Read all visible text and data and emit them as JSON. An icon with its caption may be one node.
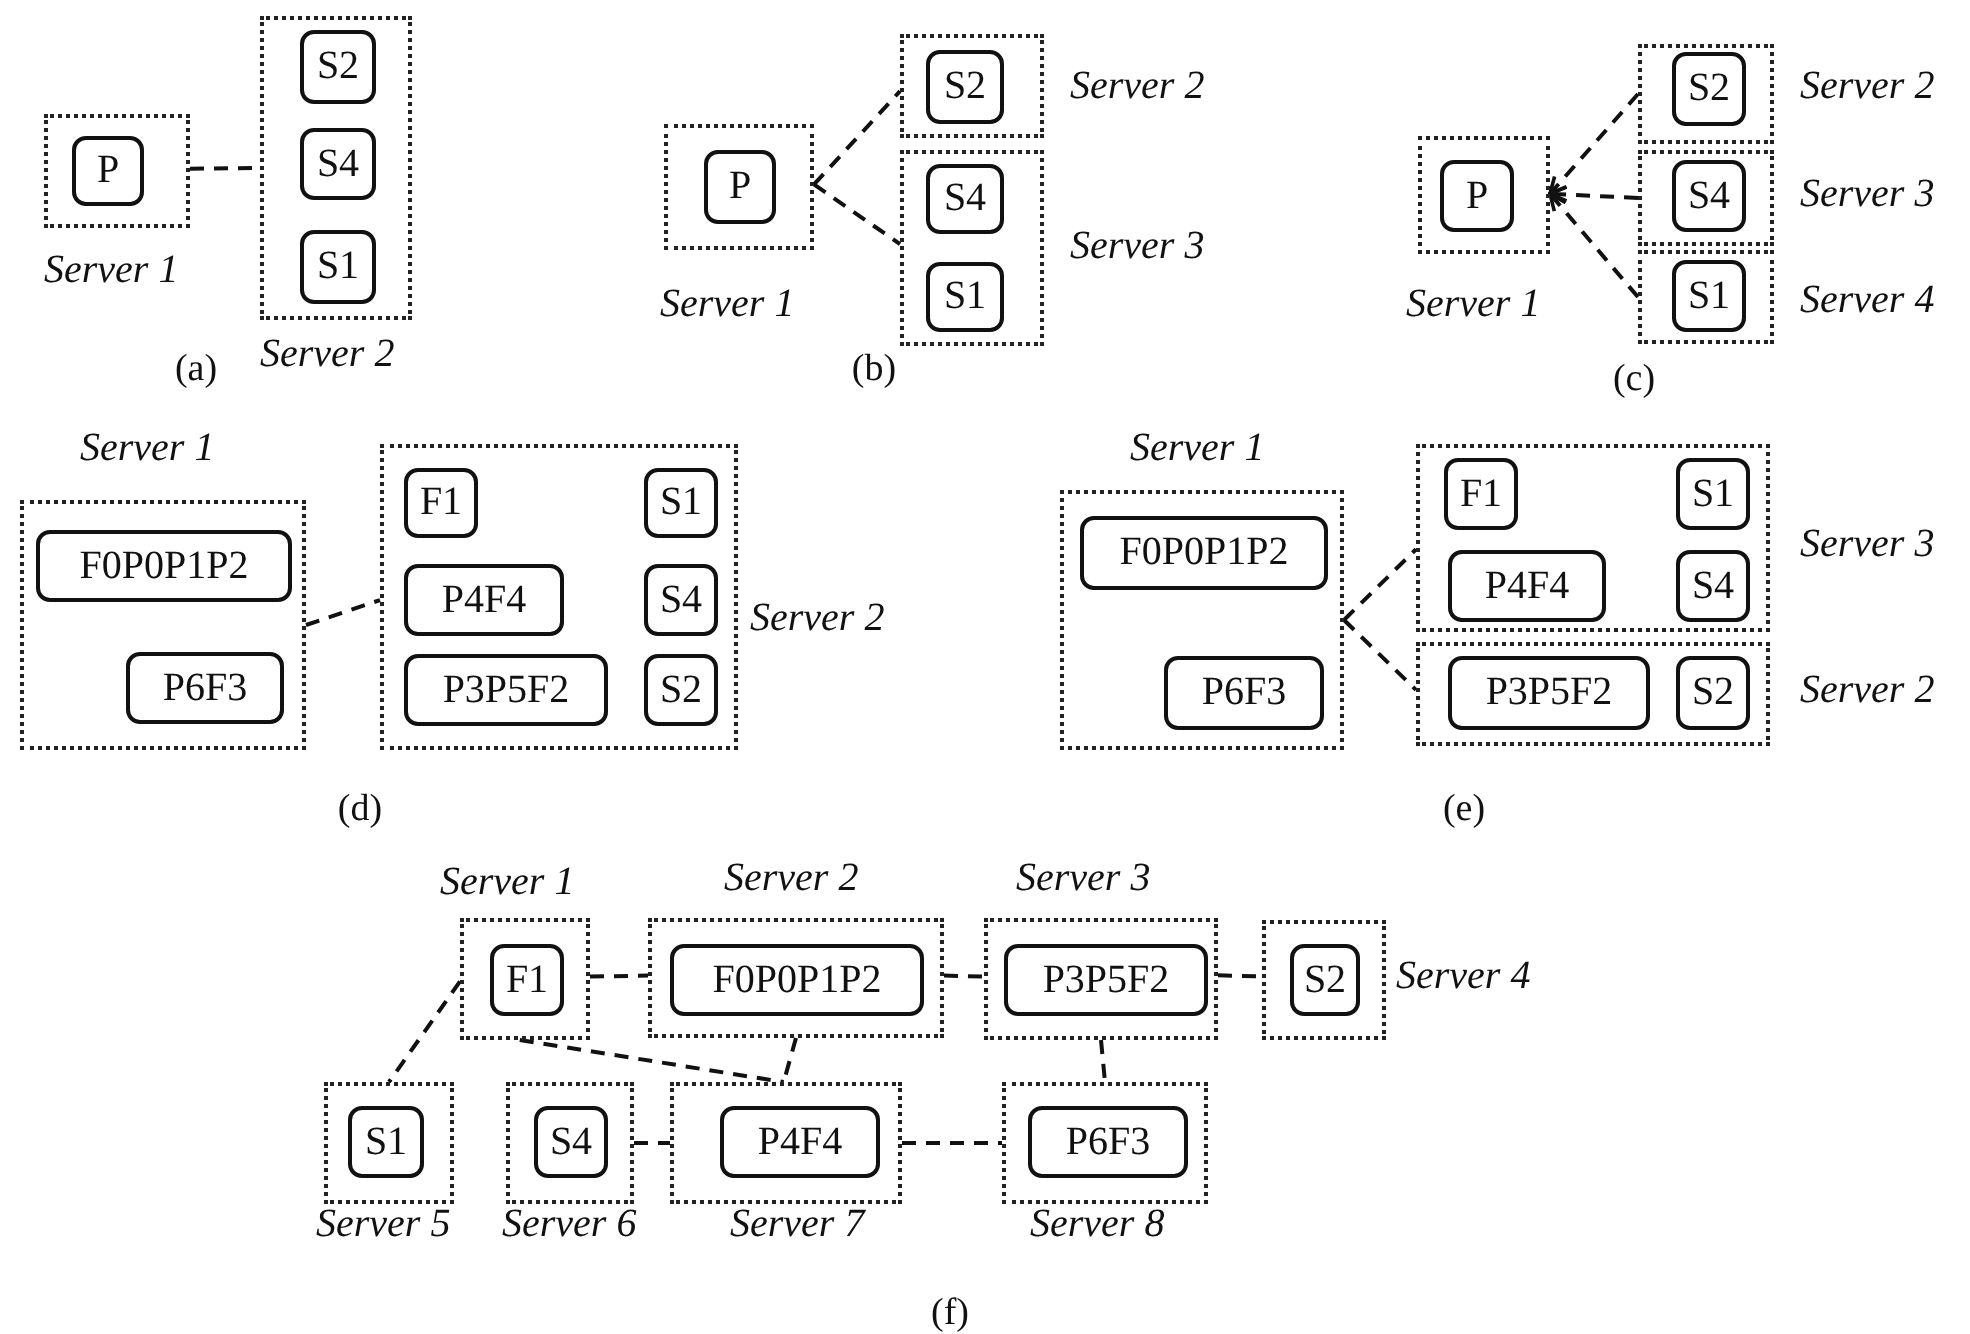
{
  "diagram": {
    "nodes": [
      {
        "text": [
          "Server 1"
        ]
      },
      {
        "text": [
          "P"
        ],
        "in": 0
      },
      {
        "text": [
          "Server 2"
        ]
      },
      {
        "text": [
          "S2"
        ],
        "in": 2
      },
      {
        "text": [
          "S4"
        ],
        "in": 2
      },
      {
        "text": [
          "S1"
        ],
        "in": 2
      },
      {
        "text": [
          "Server 1"
        ]
      },
      {
        "text": [
          "P"
        ],
        "in": 6
      },
      {
        "text": [
          "Server 2"
        ]
      },
      {
        "text": [
          "S2"
        ],
        "in": 8
      },
      {
        "text": [
          "Server 3"
        ]
      },
      {
        "text": [
          "S4"
        ],
        "in": 10
      },
      {
        "text": [
          "S1"
        ],
        "in": 10
      },
      {
        "text": [
          "Server 1"
        ]
      },
      {
        "text": [
          "P"
        ],
        "in": 13
      },
      {
        "text": [
          "Server 2"
        ]
      },
      {
        "text": [
          "S2"
        ],
        "in": 15
      },
      {
        "text": [
          "Server 3"
        ]
      },
      {
        "text": [
          "S4"
        ],
        "in": 17
      },
      {
        "text": [
          "Server 4"
        ]
      },
      {
        "text": [
          "S1"
        ],
        "in": 19
      },
      {
        "text": [
          "Server 1"
        ]
      },
      {
        "text": [
          "F0P0P1P2"
        ],
        "in": 21
      },
      {
        "text": [
          "P6F3"
        ],
        "in": 21
      },
      {
        "text": [
          "Server 2"
        ]
      },
      {
        "text": [
          "F1"
        ],
        "in": 24
      },
      {
        "text": [
          "S1"
        ],
        "in": 24
      },
      {
        "text": [
          "P4F4"
        ],
        "in": 24
      },
      {
        "text": [
          "S4"
        ],
        "in": 24
      },
      {
        "text": [
          "P3P5F2"
        ],
        "in": 24
      },
      {
        "text": [
          "S2"
        ],
        "in": 24
      },
      {
        "text": [
          "Server 1"
        ]
      },
      {
        "text": [
          "F0P0P1P2"
        ],
        "in": 31
      },
      {
        "text": [
          "P6F3"
        ],
        "in": 31
      },
      {
        "text": [
          "Server 3"
        ]
      },
      {
        "text": [
          "F1"
        ],
        "in": 34
      },
      {
        "text": [
          "S1"
        ],
        "in": 34
      },
      {
        "text": [
          "P4F4"
        ],
        "in": 34
      },
      {
        "text": [
          "S4"
        ],
        "in": 34
      },
      {
        "text": [
          "Server 2"
        ]
      },
      {
        "text": [
          "P3P5F2"
        ],
        "in": 39
      },
      {
        "text": [
          "S2"
        ],
        "in": 39
      },
      {
        "text": [
          "Server 1"
        ]
      },
      {
        "text": [
          "F1"
        ],
        "in": 42
      },
      {
        "text": [
          "Server 2"
        ]
      },
      {
        "text": [
          "F0P0P1P2"
        ],
        "in": 44
      },
      {
        "text": [
          "Server 3"
        ]
      },
      {
        "text": [
          "P3P5F2"
        ],
        "in": 46
      },
      {
        "text": [
          "Server 4"
        ]
      },
      {
        "text": [
          "S2"
        ],
        "in": 48
      },
      {
        "text": [
          "Server 5"
        ]
      },
      {
        "text": [
          "S1"
        ],
        "in": 50
      },
      {
        "text": [
          "Server 6"
        ]
      },
      {
        "text": [
          "S4"
        ],
        "in": 52
      },
      {
        "text": [
          "Server 7"
        ]
      },
      {
        "text": [
          "P4F4"
        ],
        "in": 54
      },
      {
        "text": [
          "Server 8"
        ]
      },
      {
        "text": [
          "P6F3"
        ],
        "in": 56
      }
    ],
    "edges": [
      {
        "from": 0,
        "to": 2,
        "arrow": "none",
        "style": "dashed"
      },
      {
        "from": 6,
        "to": 8,
        "arrow": "none",
        "style": "dashed"
      },
      {
        "from": 6,
        "to": 10,
        "arrow": "none",
        "style": "dashed"
      },
      {
        "from": 15,
        "to": 13,
        "arrow": "to",
        "style": "dashed"
      },
      {
        "from": 17,
        "to": 13,
        "arrow": "to",
        "style": "dashed"
      },
      {
        "from": 19,
        "to": 13,
        "arrow": "to",
        "style": "dashed"
      },
      {
        "from": 21,
        "to": 24,
        "arrow": "none",
        "style": "dashed"
      },
      {
        "from": 31,
        "to": 34,
        "arrow": "none",
        "style": "dashed"
      },
      {
        "from": 31,
        "to": 39,
        "arrow": "none",
        "style": "dashed"
      },
      {
        "from": 42,
        "to": 44,
        "arrow": "none",
        "style": "dashed"
      },
      {
        "from": 42,
        "to": 50,
        "arrow": "none",
        "style": "dashed"
      },
      {
        "from": 42,
        "to": 54,
        "arrow": "none",
        "style": "dashed"
      },
      {
        "from": 44,
        "to": 46,
        "arrow": "none",
        "style": "dashed"
      },
      {
        "from": 44,
        "to": 54,
        "arrow": "none",
        "style": "dashed"
      },
      {
        "from": 46,
        "to": 48,
        "arrow": "none",
        "style": "dashed"
      },
      {
        "from": 46,
        "to": 56,
        "arrow": "none",
        "style": "dashed"
      },
      {
        "from": 52,
        "to": 54,
        "arrow": "none",
        "style": "dashed"
      },
      {
        "from": 54,
        "to": 56,
        "arrow": "none",
        "style": "dashed"
      }
    ],
    "labels": [
      "(a)",
      "(b)",
      "(c)",
      "(d)",
      "(e)",
      "(f)"
    ]
  }
}
